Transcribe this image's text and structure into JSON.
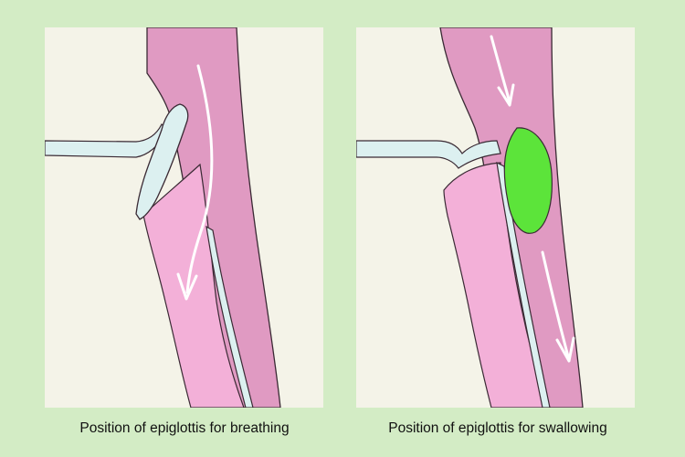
{
  "panels": [
    {
      "id": "breathing",
      "caption": "Position of epiglottis for breathing"
    },
    {
      "id": "swallowing",
      "caption": "Position of epiglottis for swallowing"
    }
  ],
  "colors": {
    "outer_background": "#d3ecc5",
    "panel_background": "#f4f3e8",
    "throat_dark": "#e09ac2",
    "throat_light": "#f3b0d8",
    "cartilage": "#dcf0f0",
    "food_bolus": "#5ce43a",
    "arrow": "#ffffff",
    "outline": "#3a2a34"
  },
  "icons": [
    "down-arrow-icon",
    "food-bolus-icon",
    "epiglottis-icon"
  ]
}
